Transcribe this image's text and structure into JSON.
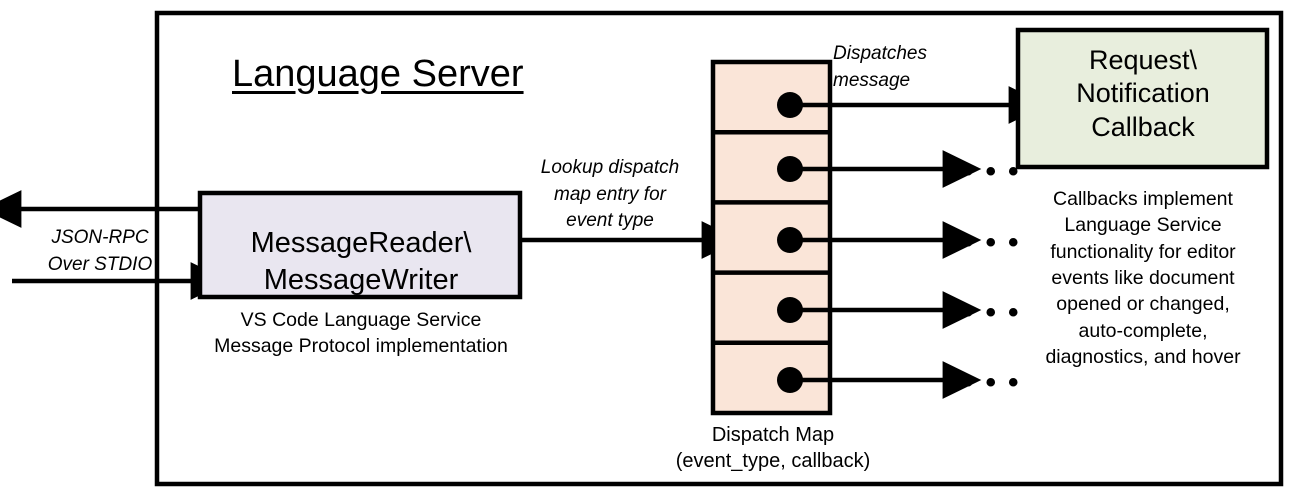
{
  "diagram": {
    "title": "Language Server",
    "external_channel": {
      "label": "JSON-RPC\nOver STDIO",
      "outbound_arrow": "arrow-left-out",
      "inbound_arrow": "arrow-right-in"
    },
    "nodes": {
      "message_reader": {
        "title": "MessageReader\\\nMessageWriter",
        "caption": "VS Code Language Service\nMessage Protocol implementation",
        "fill": "#e9e6f0",
        "stroke": "#000000"
      },
      "dispatch_map": {
        "caption": "Dispatch Map\n(event_type, callback)",
        "fill": "#fae5d8",
        "stroke": "#000000",
        "row_count": 5,
        "rows": [
          {
            "handle": "callback-handle-1",
            "target": "Request\\Notification Callback"
          },
          {
            "handle": "callback-handle-2",
            "target": "..."
          },
          {
            "handle": "callback-handle-3",
            "target": "..."
          },
          {
            "handle": "callback-handle-4",
            "target": "..."
          },
          {
            "handle": "callback-handle-5",
            "target": "..."
          }
        ]
      },
      "callback": {
        "title": "Request\\\nNotification\nCallback",
        "caption": "Callbacks implement\nLanguage Service\nfunctionality for editor\nevents like document\nopened or changed,\nauto-complete,\ndiagnostics, and hover",
        "fill": "#e8eedd",
        "stroke": "#000000"
      }
    },
    "edges": {
      "lookup": "Lookup dispatch\nmap entry for\nevent type",
      "dispatches": "Dispatches\nmessage"
    },
    "ellipsis_glyph": "• • •"
  }
}
